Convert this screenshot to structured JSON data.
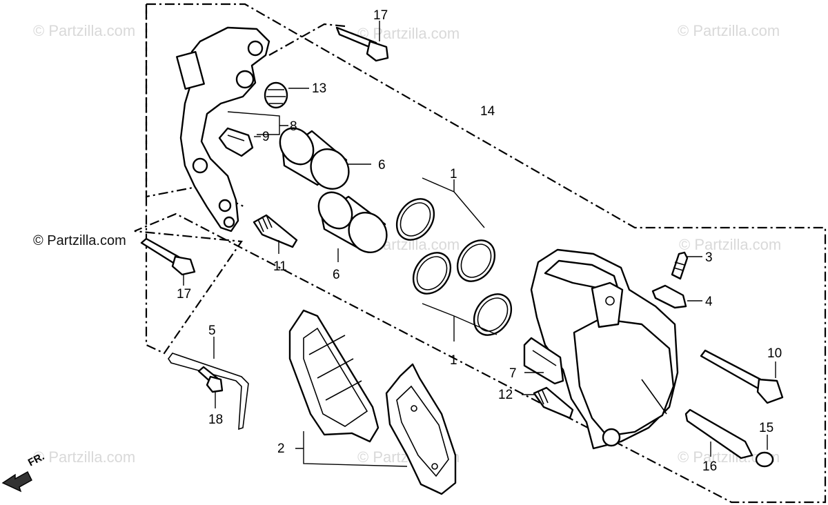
{
  "watermarks": {
    "brand": "© Partzilla.com"
  },
  "copyright": "© Partzilla.com",
  "callouts": {
    "n1": "1",
    "n2": "2",
    "n3": "3",
    "n4": "4",
    "n5": "5",
    "n6": "6",
    "n7": "7",
    "n8": "8",
    "n9": "9",
    "n10": "10",
    "n11": "11",
    "n12": "12",
    "n13": "13",
    "n14": "14",
    "n15": "15",
    "n16": "16",
    "n17": "17",
    "n18": "18"
  },
  "direction": {
    "label": "FR."
  },
  "colors": {
    "ink": "#000000",
    "watermark": "#d9d9d9",
    "background": "#ffffff"
  }
}
